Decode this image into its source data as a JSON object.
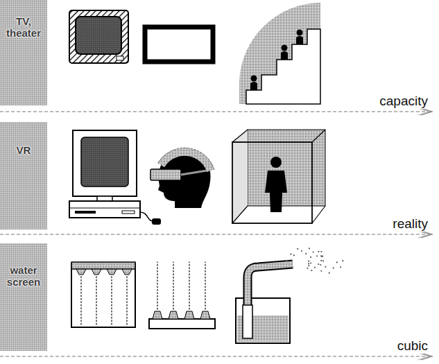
{
  "diagram": {
    "nodes": [
      {
        "text": [
          "TV, theater"
        ]
      },
      {
        "text": [
          "VR"
        ]
      },
      {
        "text": [
          "water screen"
        ]
      }
    ],
    "labels": [
      "capacity",
      "reality",
      "cubic"
    ]
  }
}
